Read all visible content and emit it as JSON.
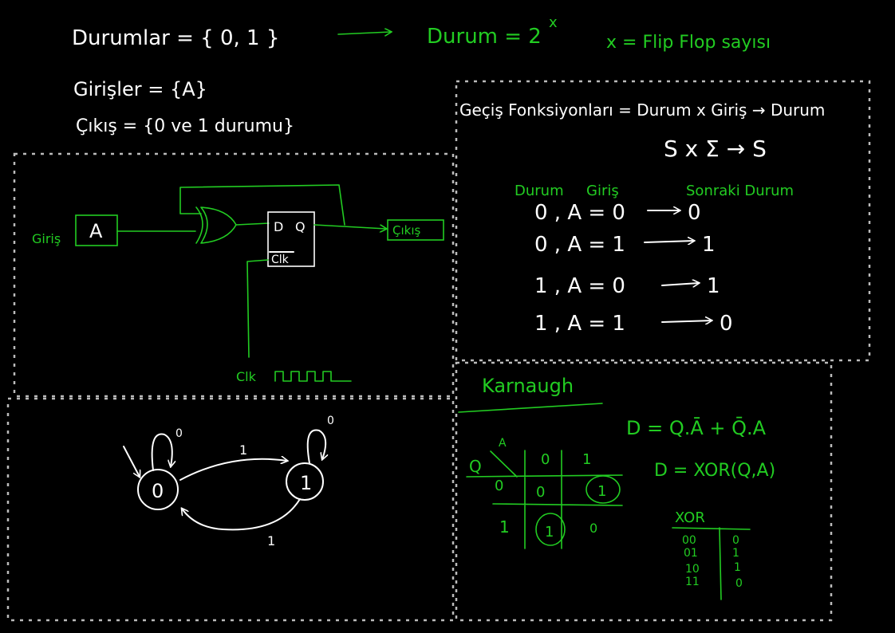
{
  "header": {
    "states_def": "Durumlar = { 0, 1 }",
    "state_formula": "Durum = 2",
    "state_exponent": "x",
    "flipflop_note": "x = Flip Flop sayısı",
    "inputs_def": "Girişler = {A}",
    "output_def": "Çıkış = {0 ve 1 durumu}"
  },
  "transition_panel": {
    "title": "Geçiş Fonksiyonları = Durum x Giriş → Durum",
    "formula": "S x Σ → S",
    "col_state": "Durum",
    "col_input": "Giriş",
    "col_next": "Sonraki Durum",
    "rows": [
      {
        "left": "0 , A = 0",
        "next": "0"
      },
      {
        "left": "0 , A = 1",
        "next": "1"
      },
      {
        "left": "1 , A = 0",
        "next": "1"
      },
      {
        "left": "1 , A = 1",
        "next": "0"
      }
    ]
  },
  "circuit": {
    "input_label": "Giriş",
    "input_name": "A",
    "ff_d": "D",
    "ff_q": "Q",
    "ff_clk": "Clk",
    "output_label": "Çıkış",
    "clock_label": "Clk"
  },
  "state_diagram": {
    "state_0": "0",
    "state_1": "1",
    "loop_0_label": "0",
    "loop_1_label": "0",
    "edge_0_to_1_label": "1",
    "edge_1_to_0_label": "1"
  },
  "karnaugh": {
    "title": "Karnaugh",
    "row_var": "Q",
    "col_var": "A",
    "col_headers": [
      "0",
      "1"
    ],
    "row_headers": [
      "0",
      "1"
    ],
    "cells": [
      [
        "0",
        "1"
      ],
      [
        "1",
        "0"
      ]
    ],
    "eq1": "D = Q.Ā + Q̄.A",
    "eq2": "D = XOR(Q,A)",
    "xor_title": "XOR",
    "xor_inputs": [
      "00",
      "01",
      "10",
      "11"
    ],
    "xor_outputs": [
      "0",
      "1",
      "1",
      "0"
    ]
  }
}
